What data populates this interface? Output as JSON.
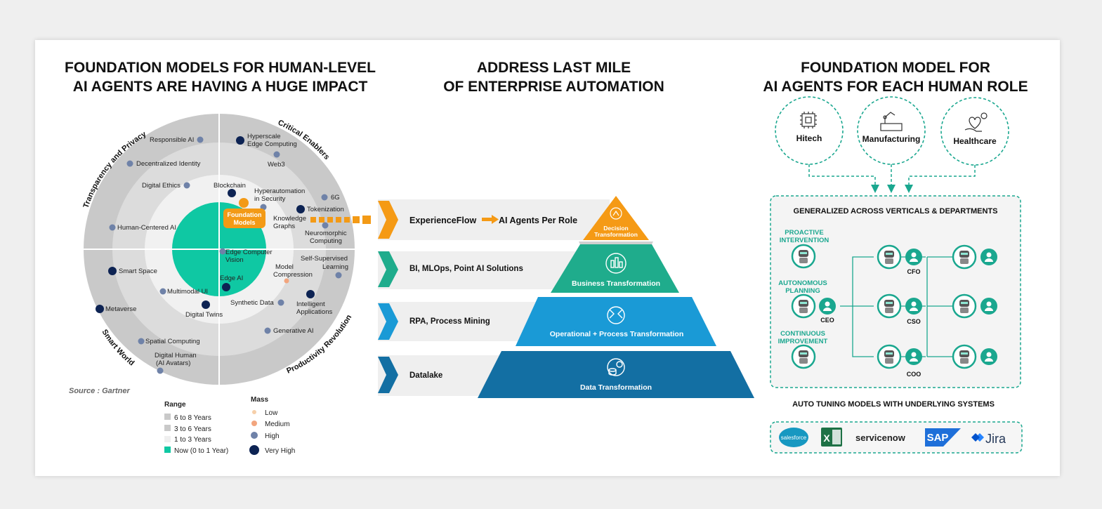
{
  "left": {
    "title_line1": "FOUNDATION MODELS FOR HUMAN-LEVEL",
    "title_line2": "AI AGENTS ARE HAVING A HUGE IMPACT",
    "quadrants": {
      "top_left": "Transparency and Privacy",
      "top_right": "Critical Enablers",
      "bottom_left": "Smart World",
      "bottom_right": "Productivity Revolution"
    },
    "center_callout_line1": "Foundation",
    "center_callout_line2": "Models",
    "items": {
      "responsible_ai": "Responsible AI",
      "decentralized_identity": "Decentralized Identity",
      "digital_ethics": "Digital Ethics",
      "human_centered_ai": "Human-Centered AI",
      "smart_space": "Smart Space",
      "multimodal_ui": "Multimodal UI",
      "metaverse": "Metaverse",
      "digital_twins": "Digital Twins",
      "spatial_computing": "Spatial Computing",
      "digital_human_1": "Digital Human",
      "digital_human_2": "(AI Avatars)",
      "hyperscale_1": "Hyperscale",
      "hyperscale_2": "Edge Computing",
      "web3": "Web3",
      "blockchain": "Blockchain",
      "hyperautomation_1": "Hyperautomation",
      "hyperautomation_2": "in Security",
      "sixg": "6G",
      "tokenization": "Tokenization",
      "knowledge_1": "Knowledge",
      "knowledge_2": "Graphs",
      "neuromorphic_1": "Neuromorphic",
      "neuromorphic_2": "Computing",
      "edge_cv_1": "Edge Computer",
      "edge_cv_2": "Vision",
      "edge_ai": "Edge AI",
      "model_compression_1": "Model",
      "model_compression_2": "Compression",
      "self_supervised_1": "Self-Supervised",
      "self_supervised_2": "Learning",
      "synthetic_data": "Synthetic Data",
      "intelligent_apps_1": "Intelligent",
      "intelligent_apps_2": "Applications",
      "generative_ai": "Generative AI"
    },
    "source": "Source : Gartner",
    "legend": {
      "range_title": "Range",
      "range_items": [
        "6 to 8 Years",
        "3 to 6 Years",
        "1 to 3 Years",
        "Now (0 to 1 Year)"
      ],
      "mass_title": "Mass",
      "mass_items": [
        "Low",
        "Medium",
        "High",
        "Very High"
      ]
    },
    "colors": {
      "outer_ring": "#c9c9c9",
      "middle_ring": "#dcdcdc",
      "inner_ring": "#efefef",
      "core": "#0fc8a3",
      "dot_very_high": "#0d2353",
      "dot_high": "#6f82a8",
      "dot_medium": "#f2a57e",
      "dot_low": "#f6cfa9",
      "callout": "#f39a16"
    }
  },
  "middle": {
    "title_line1": "ADDRESS LAST MILE",
    "title_line2": "OF ENTERPRISE AUTOMATION",
    "bands": [
      {
        "label": "ExperienceFlow",
        "label2": "AI Agents Per Role",
        "pyramid": "Decision",
        "pyramid2": "Transformation",
        "color": "#f59a15"
      },
      {
        "label": "BI, MLOps, Point AI Solutions",
        "pyramid": "Business Transformation",
        "color": "#1fac8c"
      },
      {
        "label": "RPA, Process Mining",
        "pyramid": "Operational + Process Transformation",
        "color": "#1a9ad6"
      },
      {
        "label": "Datalake",
        "pyramid": "Data Transformation",
        "color": "#136fa3"
      }
    ]
  },
  "right": {
    "title_line1": "FOUNDATION MODEL FOR",
    "title_line2": "AI AGENTS FOR EACH HUMAN ROLE",
    "verticals": [
      "Hitech",
      "Manufacturing",
      "Healthcare"
    ],
    "box_title": "GENERALIZED ACROSS VERTICALS & DEPARTMENTS",
    "modes": [
      {
        "line1": "PROACTIVE",
        "line2": "INTERVENTION"
      },
      {
        "line1": "AUTONOMOUS",
        "line2": "PLANNING"
      },
      {
        "line1": "CONTINUOUS",
        "line2": "IMPROVEMENT"
      }
    ],
    "roles": [
      "CEO",
      "CFO",
      "CSO",
      "COO"
    ],
    "bottom_title": "AUTO TUNING MODELS WITH UNDERLYING SYSTEMS",
    "systems": [
      "salesforce",
      "X",
      "servicenow",
      "SAP",
      "Jira"
    ],
    "colors": {
      "accent": "#1aa78f",
      "robot": "#1aa78f"
    }
  }
}
